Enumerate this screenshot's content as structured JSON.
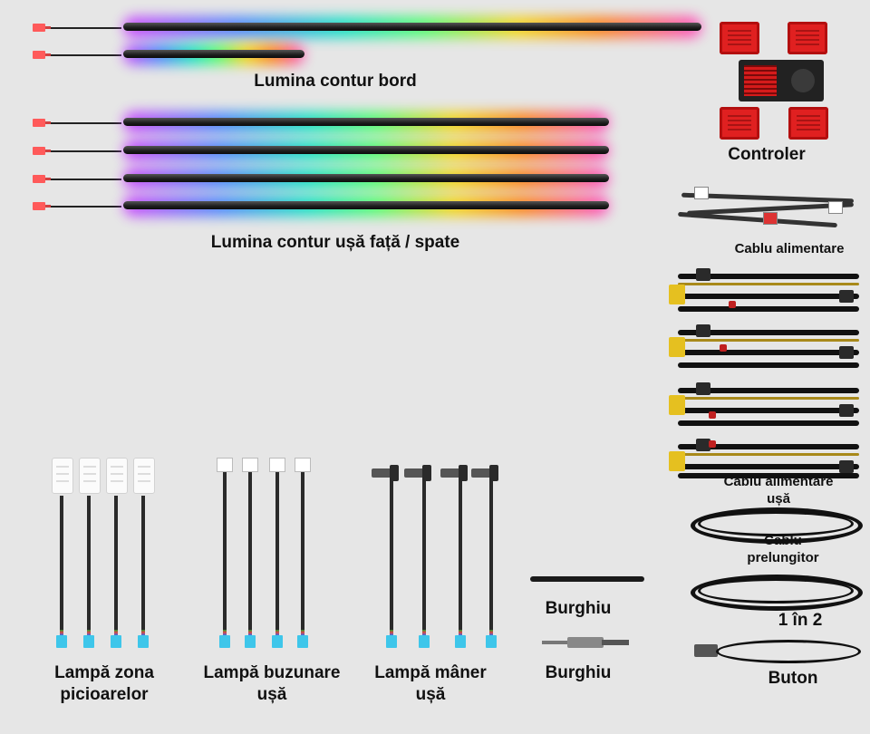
{
  "labels": {
    "dash": "Lumina contur bord",
    "door": "Lumina contur ușă față / spate",
    "controller": "Controler",
    "power": "Cablu alimentare",
    "door_power": "Cablu alimentare ușă",
    "extension": "Cablu prelungitor",
    "splitter": "1 în 2",
    "button": "Buton",
    "drill": "Burghiu",
    "drill_bit": "Burghiu",
    "foot_lamp": "Lampă zona picioarelor",
    "pocket_lamp": "Lampă buzunare ușă",
    "handle_lamp": "Lampă mâner ușă"
  },
  "colors": {
    "background": "#e6e6e6",
    "plug": "#ff5a5a",
    "relay": "#e02020",
    "connector": "#e5c020",
    "lamp_tip": "#3ec6ea"
  }
}
